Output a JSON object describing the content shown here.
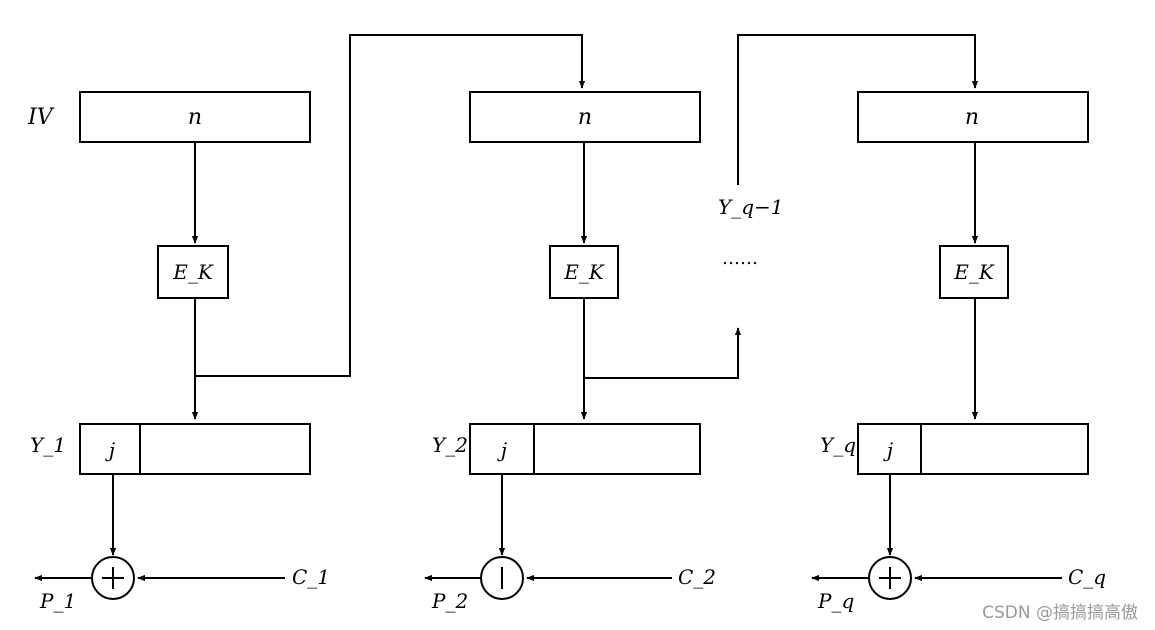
{
  "stages": [
    {
      "iv": "IV",
      "reg": "n",
      "enc": "E_K",
      "y": "Y_1",
      "j": "j",
      "c": "C_1",
      "p": "P_1"
    },
    {
      "reg": "n",
      "enc": "E_K",
      "y": "Y_2",
      "j": "j",
      "c": "C_2",
      "p": "P_2"
    },
    {
      "reg": "n",
      "enc": "E_K",
      "y": "Y_q",
      "j": "j",
      "c": "C_q",
      "p": "P_q"
    }
  ],
  "between": {
    "y_prev": "Y_q−1",
    "dots": "……"
  },
  "watermark": "CSDN @搞搞搞高傲"
}
